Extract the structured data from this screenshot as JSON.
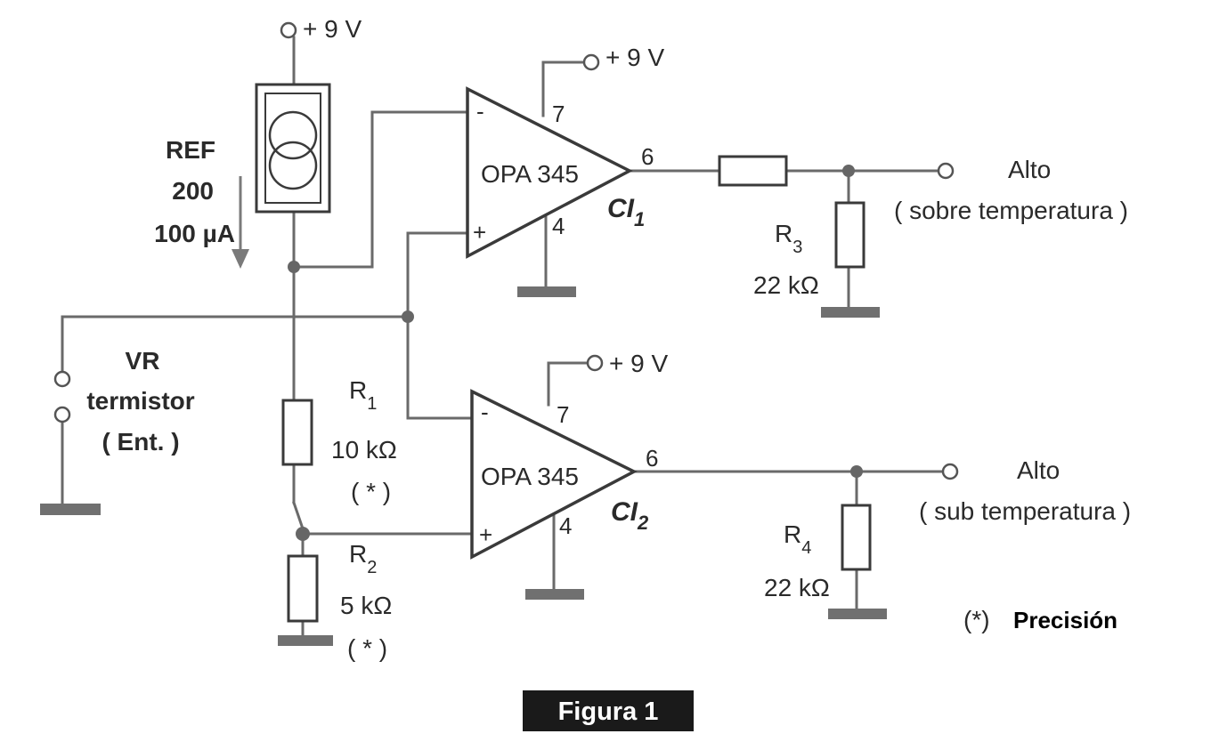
{
  "supply": {
    "label": "+ 9 V"
  },
  "reference": {
    "name": "REF",
    "model": "200",
    "current": "100 µA"
  },
  "sensor": {
    "name": "VR",
    "type": "termistor",
    "role": "( Ent. )"
  },
  "resistors": {
    "r1": {
      "letter": "R",
      "index": "1",
      "value": "10 kΩ",
      "note": "( * )"
    },
    "r2": {
      "letter": "R",
      "index": "2",
      "value": "5 kΩ",
      "note": "( * )"
    },
    "r3": {
      "letter": "R",
      "index": "3",
      "value": "22 kΩ"
    },
    "r4": {
      "letter": "R",
      "index": "4",
      "value": "22 kΩ"
    }
  },
  "opamps": {
    "ci1": {
      "part": "OPA 345",
      "ref_letters": "CI",
      "ref_index": "1",
      "pin_minus": "-",
      "pin_plus": "+",
      "pin_vcc": "7",
      "pin_gnd": "4",
      "pin_out": "6"
    },
    "ci2": {
      "part": "OPA 345",
      "ref_letters": "CI",
      "ref_index": "2",
      "pin_minus": "-",
      "pin_plus": "+",
      "pin_vcc": "7",
      "pin_gnd": "4",
      "pin_out": "6"
    }
  },
  "outputs": {
    "high": {
      "label": "Alto",
      "desc": "( sobre temperatura )"
    },
    "low": {
      "label": "Alto",
      "desc": "( sub temperatura )"
    }
  },
  "footnote": {
    "mark": "(*)",
    "text": "Precisión"
  },
  "caption": "Figura 1"
}
